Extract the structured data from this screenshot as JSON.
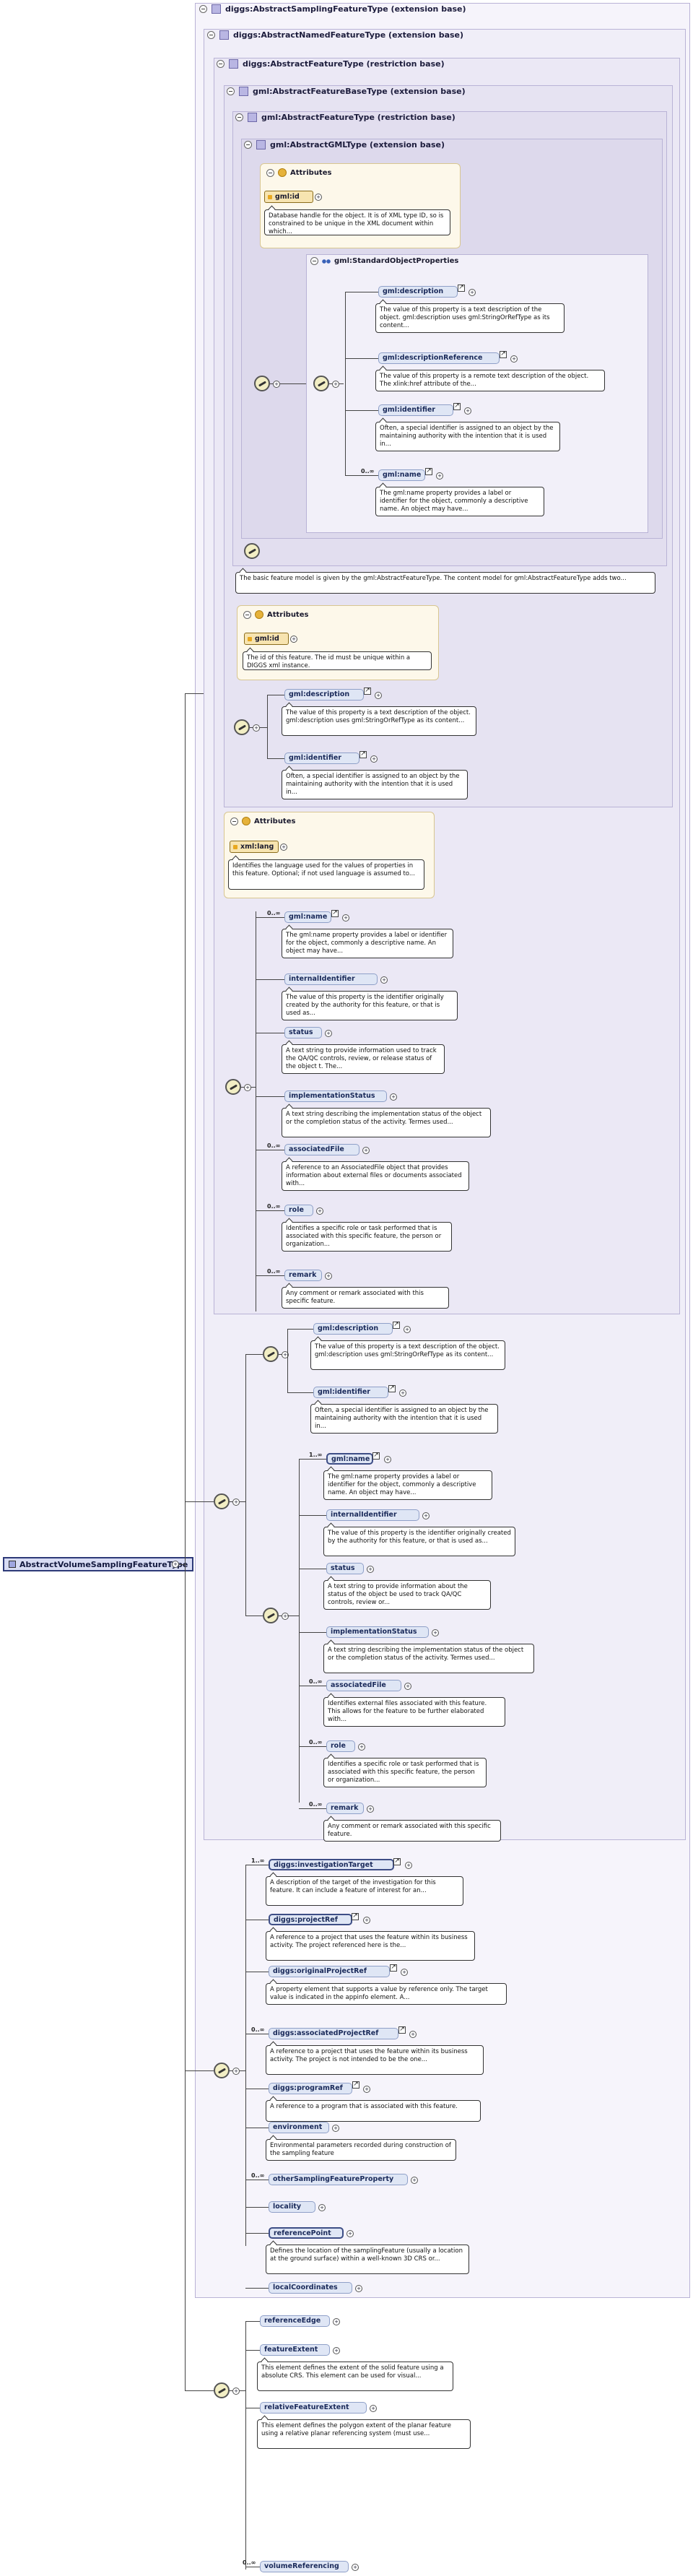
{
  "root": {
    "label": "AbstractVolumeSamplingFeatureType"
  },
  "containers": {
    "sampling": {
      "label": "diggs:AbstractSamplingFeatureType (extension base)"
    },
    "named": {
      "label": "diggs:AbstractNamedFeatureType (extension base)"
    },
    "feature": {
      "label": "diggs:AbstractFeatureType (restriction base)"
    },
    "featurebase": {
      "label": "gml:AbstractFeatureBaseType (extension base)"
    },
    "gmlfeature": {
      "label": "gml:AbstractFeatureType (restriction base)"
    },
    "gmlobj": {
      "label": "gml:AbstractGMLType (extension base)"
    }
  },
  "gml": {
    "attributes_title": "Attributes",
    "gmlid": "gml:id",
    "gmlid_doc": "Database handle for the object. It is of XML type ID, so is constrained to be unique in the XML document within which...",
    "std_title": "gml:StandardObjectProperties",
    "items": [
      {
        "name": "gml:description",
        "doc": "The value of this property is a text description of the object. gml:description uses gml:StringOrRefType as its content..."
      },
      {
        "name": "gml:descriptionReference",
        "doc": "The value of this property is a remote text description of the object. The xlink:href attribute of the..."
      },
      {
        "name": "gml:identifier",
        "doc": "Often, a special identifier is assigned to an object by the maintaining authority with the intention that it is used in..."
      },
      {
        "name": "gml:name",
        "card": "0..∞",
        "doc": "The gml:name property provides a label or identifier for the object, commonly a descriptive name. An object may have..."
      }
    ]
  },
  "featurebase": {
    "doc": "The basic feature model is given by the gml:AbstractFeatureType. The content model for gml:AbstractFeatureType adds two...",
    "attributes_title": "Attributes",
    "gmlid": "gml:id",
    "gmlid_doc": "The id of this feature. The id must be unique within a DIGGS xml instance.",
    "items": [
      {
        "name": "gml:description",
        "doc": "The value of this property is a text description of the object. gml:description uses gml:StringOrRefType as its content..."
      },
      {
        "name": "gml:identifier",
        "doc": "Often, a special identifier is assigned to an object by the maintaining authority with the intention that it is used in..."
      }
    ]
  },
  "feature": {
    "attributes_title": "Attributes",
    "xmllang": "xml:lang",
    "xmllang_doc": "Identifies the language used for the values of properties in this feature. Optional; if not used language is assumed to...",
    "items": [
      {
        "name": "gml:name",
        "card": "0..∞",
        "doc": "The gml:name property provides a label or identifier for the object, commonly a descriptive name. An object may have..."
      },
      {
        "name": "internalIdentifier",
        "card": "",
        "doc": "The value of this property is the identifier originally created by the authority for this feature, or that is used as..."
      },
      {
        "name": "status",
        "card": "",
        "doc": "A text string to provide information used to track the QA/QC controls, review, or release status of the object t. The..."
      },
      {
        "name": "implementationStatus",
        "card": "",
        "doc": "A text string describing the implementation status of the object or the completion status of the activity. Termes used..."
      },
      {
        "name": "associatedFile",
        "card": "0..∞",
        "doc": "A reference to an AssociatedFile object that provides information about external files or documents associated with..."
      },
      {
        "name": "role",
        "card": "0..∞",
        "doc": "Identifies a specific role or task performed that is associated with this specific feature, the person or organization..."
      },
      {
        "name": "remark",
        "card": "0..∞",
        "doc": "Any comment or remark associated with this specific feature."
      }
    ]
  },
  "named_seq": {
    "items": [
      {
        "name": "gml:description",
        "doc": "The value of this property is a text description of the object. gml:description uses gml:StringOrRefType as its content..."
      },
      {
        "name": "gml:identifier",
        "doc": "Often, a special identifier is assigned to an object by the maintaining authority with the intention that it is used in..."
      }
    ],
    "inner": [
      {
        "name": "gml:name",
        "card": "1..∞",
        "doc": "The gml:name property provides a label or identifier for the object, commonly a descriptive name. An object may have..."
      },
      {
        "name": "internalIdentifier",
        "card": "",
        "doc": "The value of this property is the identifier originally created by the authority for this feature, or that is used as..."
      },
      {
        "name": "status",
        "card": "",
        "doc": "A text string to provide information about the status of the object be used to track QA/QC controls, review or..."
      },
      {
        "name": "implementationStatus",
        "card": "",
        "doc": "A text string describing the implementation status of the object or the completion status of the activity. Termes used..."
      },
      {
        "name": "associatedFile",
        "card": "0..∞",
        "doc": "Identifies external files associated with this feature. This allows for the feature to be further elaborated with..."
      },
      {
        "name": "role",
        "card": "0..∞",
        "doc": "Identifies a specific role or task performed that is associated with this specific feature, the person or organization..."
      },
      {
        "name": "remark",
        "card": "0..∞",
        "doc": "Any comment or remark associated with this specific feature."
      }
    ]
  },
  "sampling": {
    "items": [
      {
        "name": "diggs:investigationTarget",
        "card": "1..∞",
        "doc": "A description of the target of the investigation for this feature. It can include a feature of interest for an..."
      },
      {
        "name": "diggs:projectRef",
        "card": "",
        "doc": "A reference to a project that uses the feature within its business activity. The project referenced here is the..."
      },
      {
        "name": "diggs:originalProjectRef",
        "card": "",
        "doc": "A property element that supports a value by reference only. The target value is indicated in the appinfo element. A..."
      },
      {
        "name": "diggs:associatedProjectRef",
        "card": "0..∞",
        "doc": "A reference to a project that uses the feature within its business activity. The project is not intended to be the one..."
      },
      {
        "name": "diggs:programRef",
        "card": "",
        "doc": "A reference to a program that is associated with this feature."
      },
      {
        "name": "environment",
        "card": "",
        "doc": "Environmental parameters recorded during construction of the sampling feature"
      },
      {
        "name": "otherSamplingFeatureProperty",
        "card": "0..∞",
        "doc": ""
      },
      {
        "name": "locality",
        "card": "",
        "doc": ""
      },
      {
        "name": "referencePoint",
        "card": "",
        "doc": "Defines the location of the samplingFeature (usually a location at the ground surface) within a well-known 3D CRS or..."
      },
      {
        "name": "localCoordinates",
        "card": "",
        "doc": ""
      }
    ]
  },
  "volume": {
    "items": [
      {
        "name": "referenceEdge",
        "card": "",
        "doc": ""
      },
      {
        "name": "featureExtent",
        "card": "",
        "doc": "This element defines the extent of the solid feature using a absolute CRS. This element can be used for visual..."
      },
      {
        "name": "relativeFeatureExtent",
        "card": "",
        "doc": "This element defines the polygon extent of the planar feature using a relative planar referencing system (must use..."
      },
      {
        "name": "volumeReferencing",
        "card": "0..∞",
        "doc": ""
      }
    ]
  }
}
